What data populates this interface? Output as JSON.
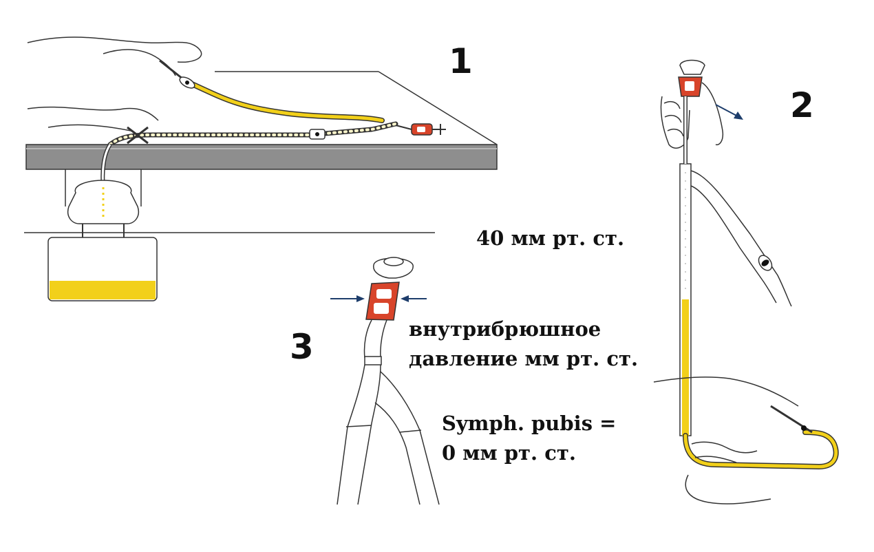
{
  "labels": {
    "step1": "1",
    "step2": "2",
    "step3": "3",
    "pressure_40": "40 мм рт. ст.",
    "iap_line1": "внутрибрюшное",
    "iap_line2": "давление мм рт. ст.",
    "symph_line1": "Symph. pubis =",
    "symph_line2": "0 мм рт. ст."
  },
  "colors": {
    "urine": "#f2d01a",
    "clamp": "#d8442a",
    "line": "#333333",
    "table": "#8e8e8e",
    "arrow": "#1d3d6b"
  }
}
